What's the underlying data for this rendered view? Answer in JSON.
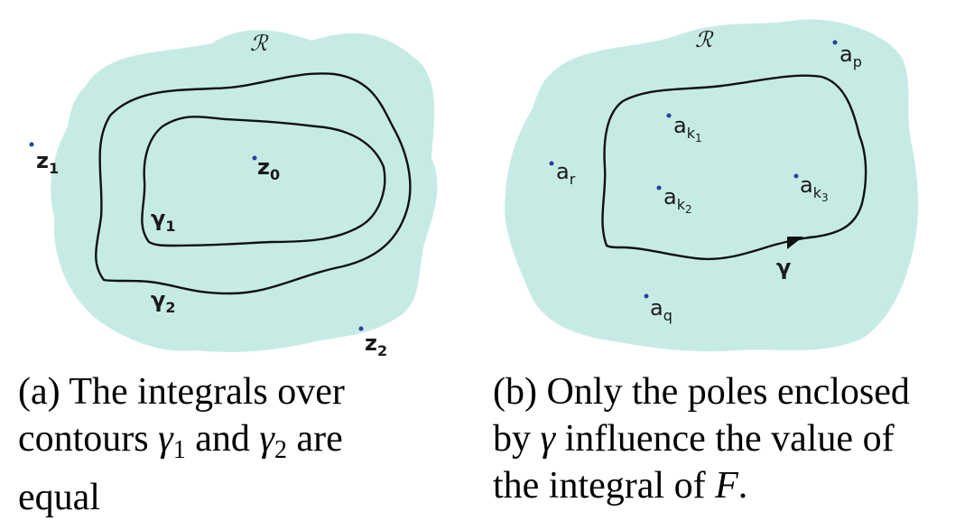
{
  "panel_a": {
    "region_label": "ℛ",
    "points": [
      {
        "id": "z1",
        "base": "z",
        "sub": "1"
      },
      {
        "id": "z0",
        "base": "z",
        "sub": "0"
      },
      {
        "id": "z2",
        "base": "z",
        "sub": "2"
      }
    ],
    "contours": [
      {
        "id": "gamma1",
        "base": "γ",
        "sub": "1"
      },
      {
        "id": "gamma2",
        "base": "γ",
        "sub": "2"
      }
    ],
    "caption": {
      "line1": "(a) The integrals over",
      "line2_pre": "contours ",
      "g1": "γ",
      "g1_sub": "1",
      "and": " and ",
      "g2": "γ",
      "g2_sub": "2",
      "line2_post": " are",
      "line3": "equal"
    }
  },
  "panel_b": {
    "region_label": "ℛ",
    "contour_label": "γ",
    "points": [
      {
        "id": "ap",
        "base": "a",
        "sub": "p"
      },
      {
        "id": "ak1",
        "base": "a",
        "sub": "k",
        "subsub": "1"
      },
      {
        "id": "ar",
        "base": "a",
        "sub": "r"
      },
      {
        "id": "ak2",
        "base": "a",
        "sub": "k",
        "subsub": "2"
      },
      {
        "id": "ak3",
        "base": "a",
        "sub": "k",
        "subsub": "3"
      },
      {
        "id": "aq",
        "base": "a",
        "sub": "q"
      }
    ],
    "caption": {
      "line1": "(b) Only the poles enclosed",
      "line2_pre": "by ",
      "g": "γ",
      "line2_post": " influence the value of",
      "line3_pre": "the integral of ",
      "F": "F",
      "line3_post": "."
    }
  },
  "colors": {
    "region": "#c6ebe4",
    "point": "#2a3fa0",
    "contour": "#111111"
  }
}
